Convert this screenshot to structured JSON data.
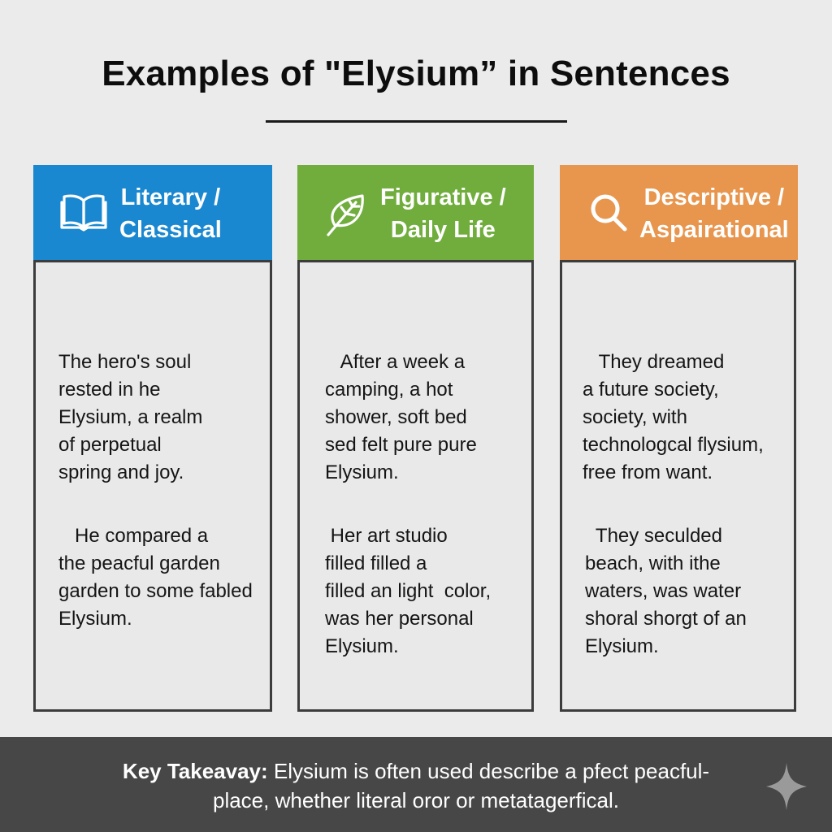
{
  "page": {
    "title": "Examples of \"Elysium” in Sentences",
    "background": "#ebebeb"
  },
  "cards": [
    {
      "header_line1": "Literary /",
      "header_line2": "Classical",
      "icon": "open-book-icon",
      "color": "#1a88d0",
      "sentences": [
        "The hero's soul\nrested in he\nElysium, a realm\nof perpetual\nspring and joy.",
        "   He compared a\nthe peacful garden\ngarden to some fabled\nElysium."
      ]
    },
    {
      "header_line1": "Figurative /",
      "header_line2": "Daily Life",
      "icon": "leaf-icon",
      "color": "#70ad3d",
      "sentences": [
        "   After a week a\ncamping, a hot\nshower, soft bed\nsed felt pure pure\nElysium.",
        " Her art studio\nfilled filled a\nfilled an light  color,\nwas her personal\nElysium."
      ]
    },
    {
      "header_line1": "Descriptive /",
      "header_line2": "Aspairational",
      "icon": "magnifying-glass-icon",
      "color": "#e8964e",
      "sentences": [
        "   They dreamed\na future society,\nsociety, with\ntechnologcal flysium,\nfree from want.",
        "  They seculded\nbeach, with ithe\nwaters, was water\nshoral shorgt of an\nElysium."
      ]
    }
  ],
  "footer": {
    "key_label": "Key Takeavay:",
    "line1_rest": " Elysium is often used describe a pfect peacful-",
    "line2": "place, whether literal oror or metatagerfical.",
    "icon": "sparkle-icon",
    "background": "#474747"
  }
}
